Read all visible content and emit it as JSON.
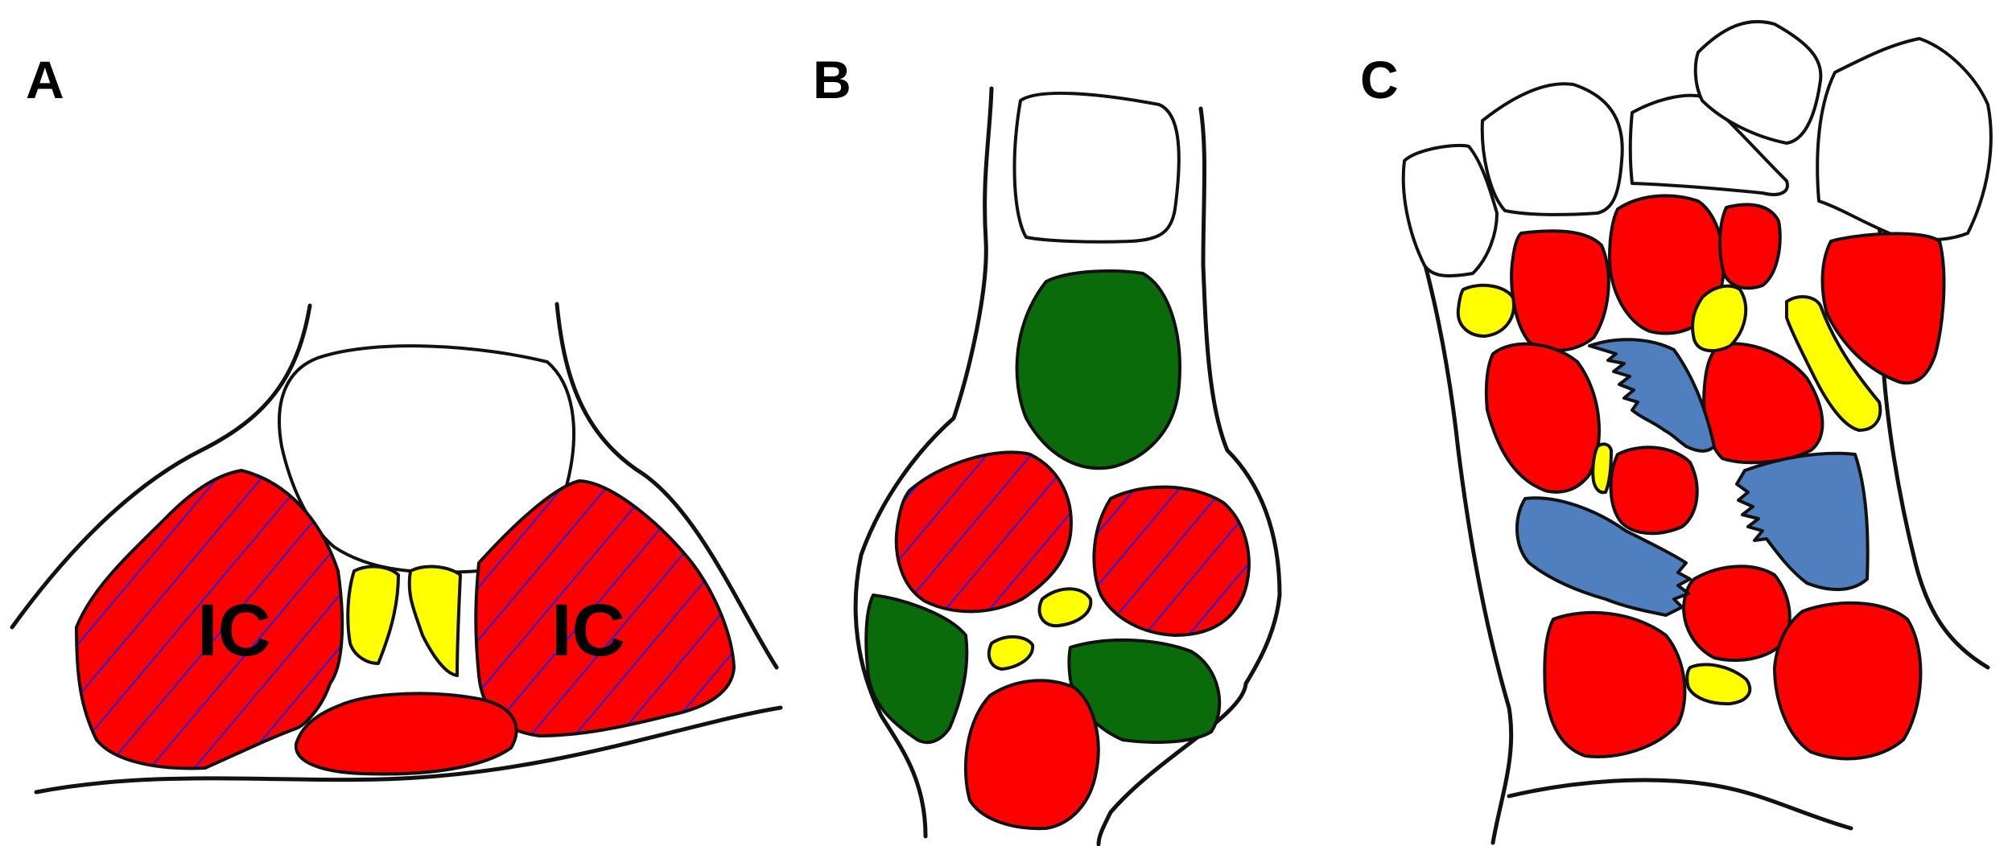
{
  "panels": [
    {
      "label": "A",
      "region_labels": [
        "IC",
        "IC"
      ]
    },
    {
      "label": "B",
      "region_labels": []
    },
    {
      "label": "C",
      "region_labels": []
    }
  ],
  "colors": {
    "red": "#ff0000",
    "green": "#0a6b0a",
    "yellow": "#ffff00",
    "blue_steel": "#4f7fbf",
    "hatch": "#2222dd",
    "outline": "#111111",
    "white": "#ffffff"
  }
}
